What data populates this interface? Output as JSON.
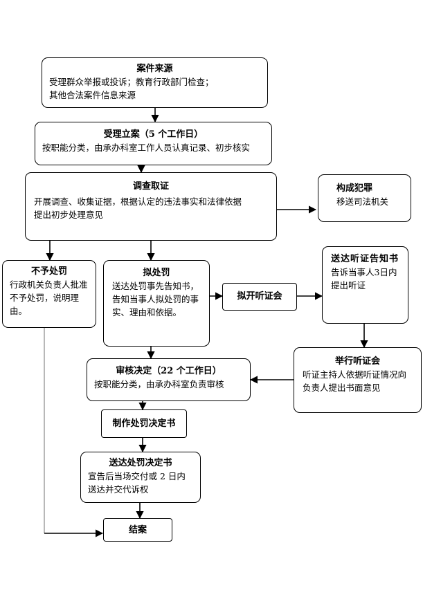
{
  "nodes": {
    "source": {
      "title": "案件来源",
      "line1": "受理群众举报或投诉；教育行政部门检查；",
      "line2": "其他合法案件信息来源"
    },
    "accept": {
      "title": "受理立案（5 个工作日）",
      "body": "按职能分类，由承办科室工作人员认真记录、初步核实"
    },
    "investigate": {
      "title": "调查取证",
      "line1": "开展调查、收集证据，根据认定的违法事实和法律依据",
      "line2": "提出初步处理意见"
    },
    "crime": {
      "title": "构成犯罪",
      "body": "移送司法机关"
    },
    "no_penalty": {
      "title": "不予处罚",
      "body": "行政机关负责人批准不予处罚，说明理由。"
    },
    "propose": {
      "title": "拟处罚",
      "body": "送达处罚事先告知书，告知当事人拟处罚的事实、理由和依据。"
    },
    "hearing_open": {
      "title": "拟开听证会"
    },
    "hearing_notice": {
      "title": "送达听证告知书",
      "body": "告诉当事人3日内提出听证"
    },
    "hearing_hold": {
      "title": "举行听证会",
      "body": "听证主持人依据听证情况向负责人提出书面意见"
    },
    "review": {
      "title": "审核决定（22 个工作日）",
      "body": "按职能分类，由承办科室负责审核"
    },
    "make": {
      "title": "制作处罚决定书"
    },
    "deliver": {
      "title": "送达处罚决定书",
      "body": "宣告后当场交付或 2 日内送达并交代诉权"
    },
    "close": {
      "title": "结案"
    }
  }
}
